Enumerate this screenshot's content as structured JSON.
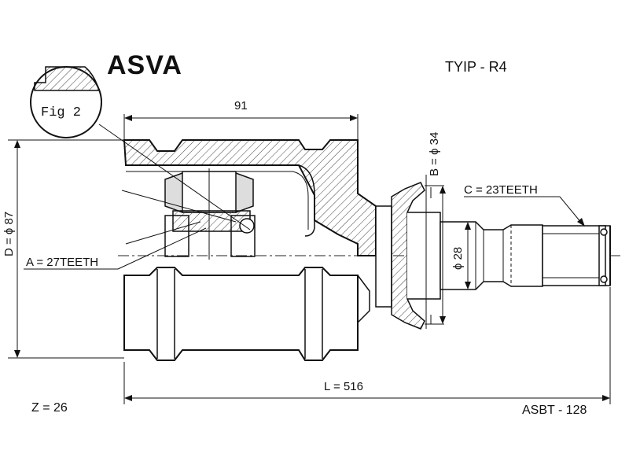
{
  "brand": "ASVA",
  "type_label": "TYIP - R4",
  "fig_label": "Fig 2",
  "dimensions": {
    "length_91": "91",
    "total_length": "L = 516",
    "outer_diameter": "D = ϕ 87",
    "seal_diameter": "B = ϕ 34",
    "shaft_diameter": "ϕ 28",
    "teeth_a": "A = 27TEETH",
    "teeth_c": "C = 23TEETH",
    "teeth_z": "Z = 26"
  },
  "part_code": "ASBT - 128"
}
